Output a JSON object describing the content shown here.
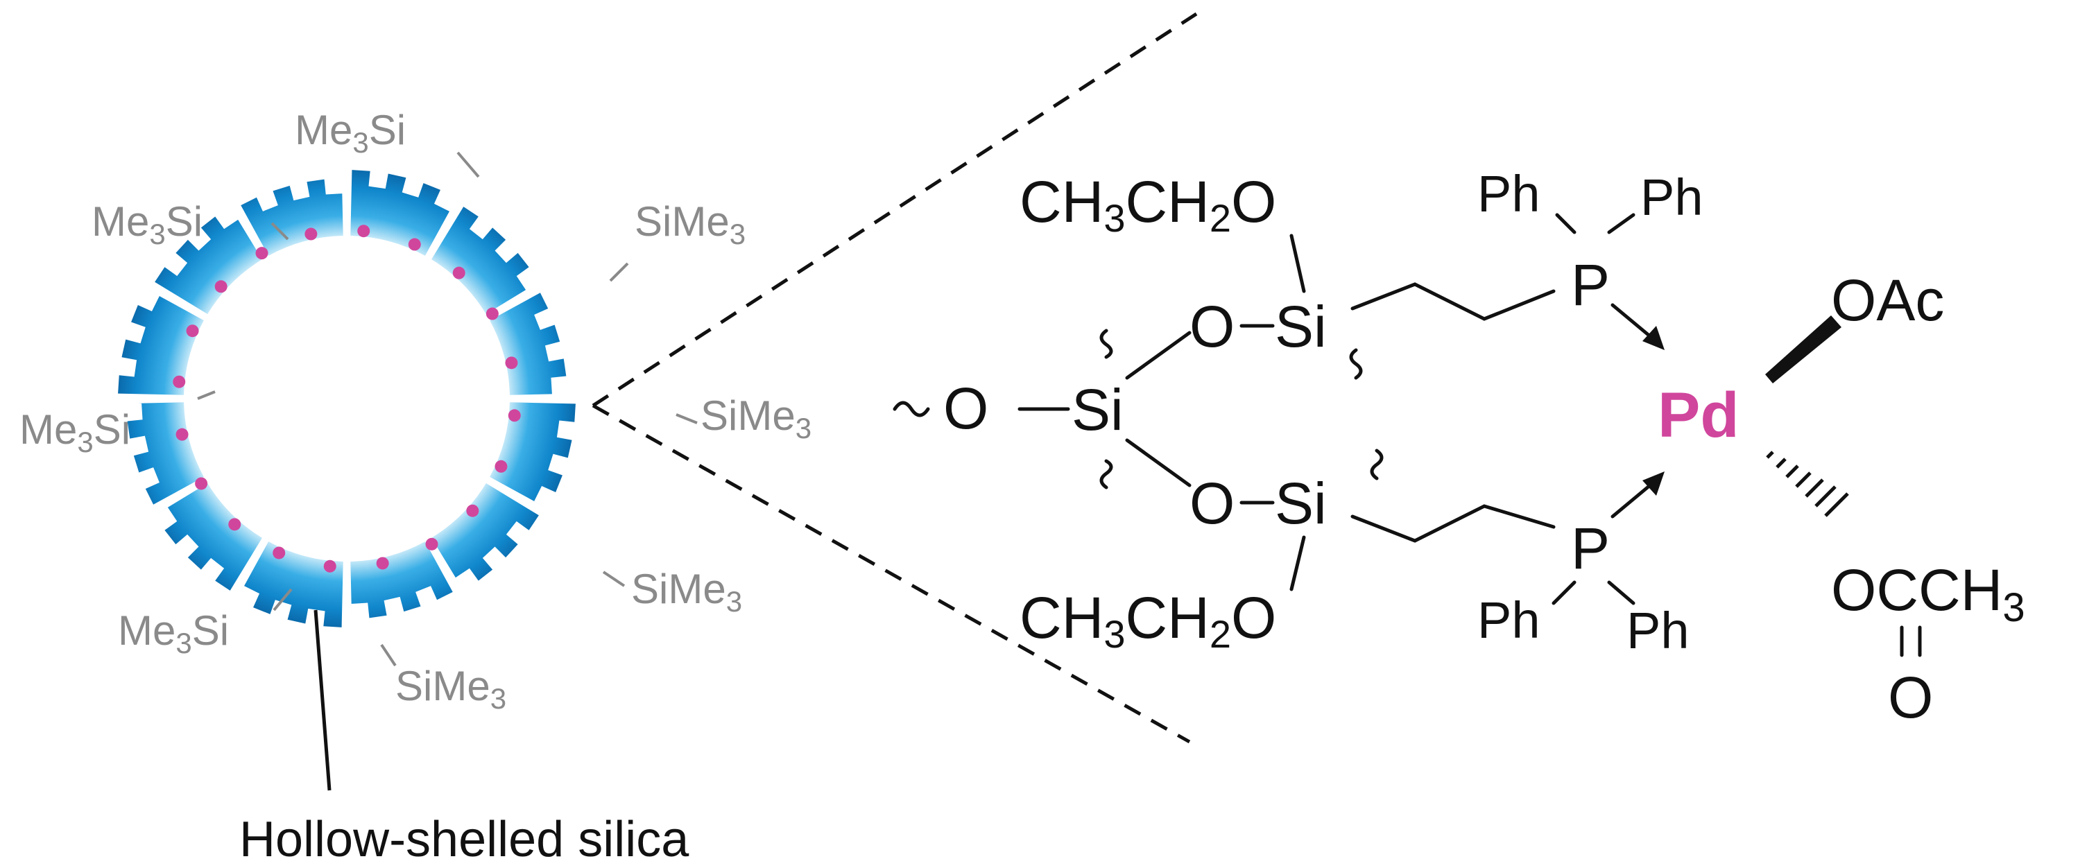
{
  "colors": {
    "shell_dark": "#0a6fb3",
    "shell_mid": "#1a9ad9",
    "shell_light": "#bfe6f7",
    "pd_accent": "#d0469c",
    "label_gray": "#8a8a8a",
    "ink": "#111111"
  },
  "ring_labels": {
    "me3si_top": "Me3Si",
    "me3si_upper_left": "Me3Si",
    "me3si_left": "Me3Si",
    "me3si_lower_left": "Me3Si",
    "sime3_upper_right": "SiMe3",
    "sime3_right": "SiMe3",
    "sime3_lower_right": "SiMe3",
    "sime3_bottom": "SiMe3"
  },
  "caption": "Hollow-shelled silica",
  "structure": {
    "ethoxy_top": "CH3CH2O",
    "ethoxy_bottom": "CH3CH2O",
    "ph": "Ph",
    "p": "P",
    "o": "O",
    "si": "Si",
    "metal": "Pd",
    "ligand_oac": "OAc",
    "ligand_occh3": "OCCH3",
    "carbonyl_o": "O"
  }
}
